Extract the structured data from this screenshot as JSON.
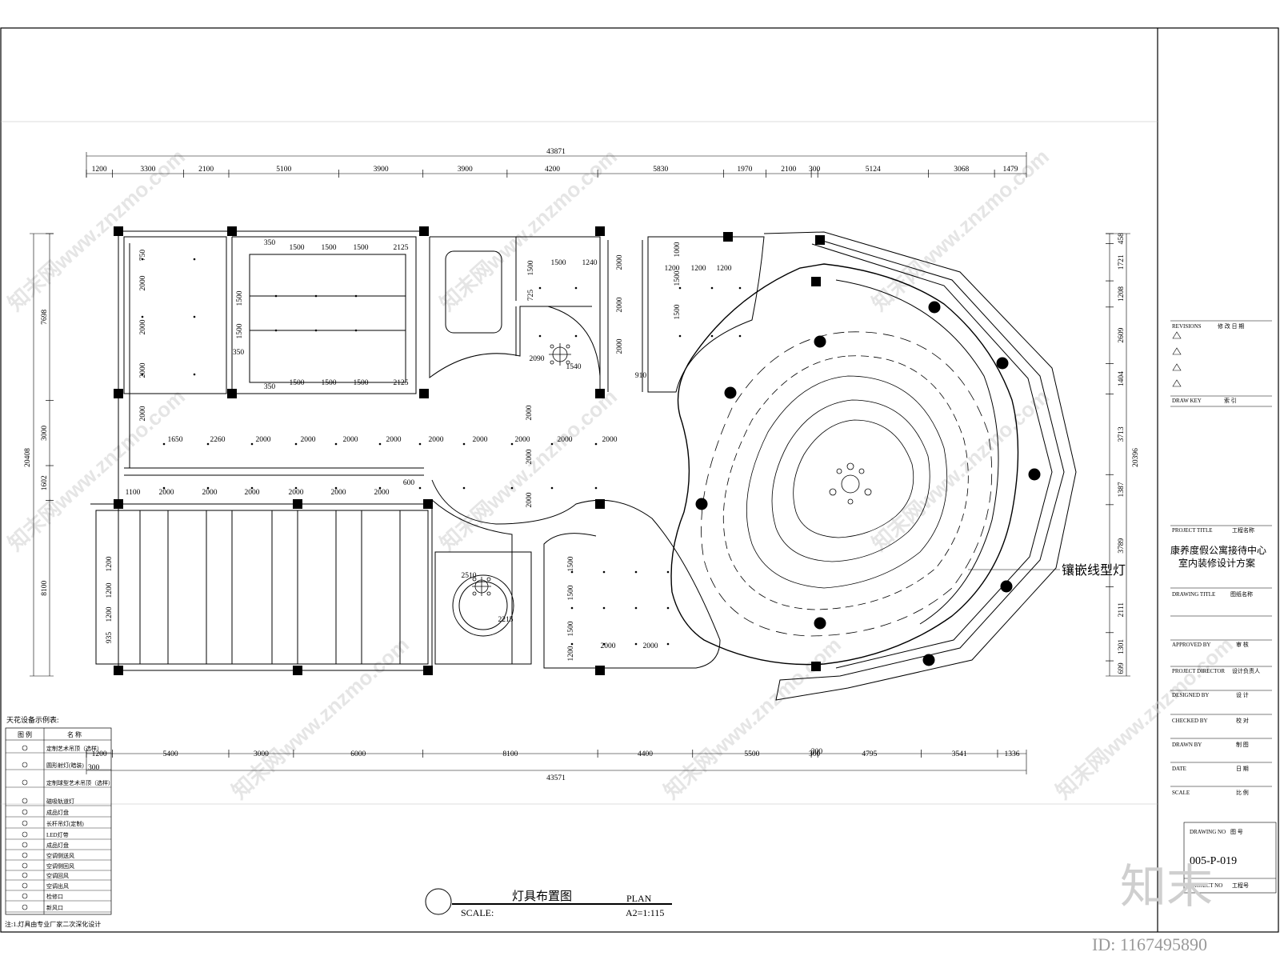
{
  "dims_top_total": "43871",
  "dims_top": [
    "1200",
    "3300",
    "2100",
    "5100",
    "3900",
    "3900",
    "4200",
    "5830",
    "1970",
    "2100",
    "300",
    "5124",
    "3068",
    "1479"
  ],
  "dims_bottom_total": "43571",
  "dims_bottom": [
    "1200",
    "5400",
    "3000",
    "6000",
    "8100",
    "4400",
    "5500",
    "300",
    "4795",
    "3541",
    "1336"
  ],
  "dims_bottom_extra": [
    "300",
    "300"
  ],
  "dims_left_total": "20408",
  "dims_left": [
    "7698",
    "3000",
    "1602",
    "8100"
  ],
  "dims_right_total": "20396",
  "dims_right": [
    "458",
    "1721",
    "1208",
    "2609",
    "1404",
    "3713",
    "1387",
    "3789",
    "2111",
    "1301",
    "699"
  ],
  "inner": {
    "row_a": [
      "1500",
      "1500",
      "1500",
      "2125"
    ],
    "row_a2": [
      "1500",
      "1500",
      "1500",
      "2125"
    ],
    "row_b": [
      "1500",
      "1240"
    ],
    "row_c": [
      "1200",
      "1200",
      "1200"
    ],
    "row_d": [
      "1650",
      "2260",
      "2000",
      "2000",
      "2000",
      "2000",
      "2000",
      "2000",
      "2000",
      "2000",
      "2000"
    ],
    "row_e": [
      "1100",
      "2000",
      "2000",
      "2000",
      "2000",
      "2000",
      "2000",
      "600"
    ],
    "col_a": [
      "750",
      "2000",
      "2000",
      "2000",
      "2000"
    ],
    "col_b": [
      "1500",
      "1500"
    ],
    "col_c": [
      "2000",
      "2000",
      "2000"
    ],
    "col_d": [
      "1000",
      "1500",
      "1500"
    ],
    "col_e": [
      "1500",
      "725"
    ],
    "col_f": [
      "2000",
      "2000",
      "2000"
    ],
    "col_g": [
      "1200",
      "1200",
      "1200",
      "935"
    ],
    "col_h": [
      "1500",
      "1500",
      "1500",
      "1200"
    ],
    "misc": [
      "350",
      "350",
      "350",
      "2090",
      "1540",
      "910",
      "2510",
      "2215",
      "2000",
      "2000"
    ]
  },
  "callout": "镶嵌线型灯",
  "drawing_title_cn": "灯具布置图",
  "drawing_title_en": "PLAN",
  "scale_label": "SCALE:",
  "scale_value": "A2=1:115",
  "legend": {
    "title": "天花设备示例表:",
    "col_symbol": "图 例",
    "col_name": "名 称",
    "items": [
      "定制艺术吊顶（选样）",
      "圆形射灯(暗装)",
      "定制球型艺术吊顶（选样）",
      "磁吸轨道灯",
      "成品灯盘",
      "长杆吊灯(定制)",
      "LED灯带",
      "成品灯盘",
      "空调侧送风",
      "空调侧回风",
      "空调回风",
      "空调出风",
      "检修口",
      "新风口"
    ],
    "note": "注:1.灯具由专业厂家二次深化设计"
  },
  "title_block": {
    "revisions": "REVISIONS",
    "revisions_cn": "修 改 日 期",
    "draw_key": "DRAW KEY",
    "draw_key_cn": "索 引",
    "project_title": "PROJECT TITLE",
    "project_title_cn": "工程名称",
    "project_name_1": "康养度假公寓接待中心",
    "project_name_2": "室内装修设计方案",
    "drawing_title": "DRAWING TITLE",
    "drawing_title_cn": "图纸名称",
    "approved_by": "APPROVED BY",
    "approved_by_cn": "审 核",
    "project_director": "PROJECT DIRECTOR",
    "project_director_cn": "设计负责人",
    "designed_by": "DESIGNED BY",
    "designed_by_cn": "设 计",
    "checked_by": "CHECKED BY",
    "checked_by_cn": "校 对",
    "drawn_by": "DRAWN BY",
    "drawn_by_cn": "制 图",
    "date": "DATE",
    "date_cn": "日 期",
    "scale": "SCALE",
    "scale_cn": "比 例",
    "drawing_no": "DRAWING NO",
    "drawing_no_cn": "图 号",
    "drawing_no_value": "005-P-019",
    "project_no": "PROJECT NO",
    "project_no_cn": "工程号"
  },
  "watermark": "知末网www.znzmo.com",
  "brand": "知末",
  "image_id": "ID: 1167495890"
}
